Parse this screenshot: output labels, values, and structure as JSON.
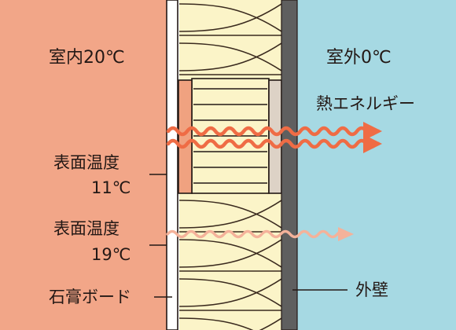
{
  "labels": {
    "indoor": "室内20℃",
    "outdoor": "室外0℃",
    "heat_energy": "熱エネルギー",
    "surface_temp_1_title": "表面温度",
    "surface_temp_1_value": "11℃",
    "surface_temp_2_title": "表面温度",
    "surface_temp_2_value": "19℃",
    "gypsum_board": "石膏ボード",
    "exterior_wall": "外壁"
  },
  "colors": {
    "indoor_bg": "#f2a688",
    "outdoor_bg": "#a6d9e3",
    "insulation": "#fbf4c8",
    "stud": "#f0a280",
    "stud_outdoor": "#ddd2c6",
    "exterior_wall": "#5f5f5f",
    "heat_arrow_strong": "#ef6c45",
    "heat_arrow_weak": "#f4b29a"
  }
}
